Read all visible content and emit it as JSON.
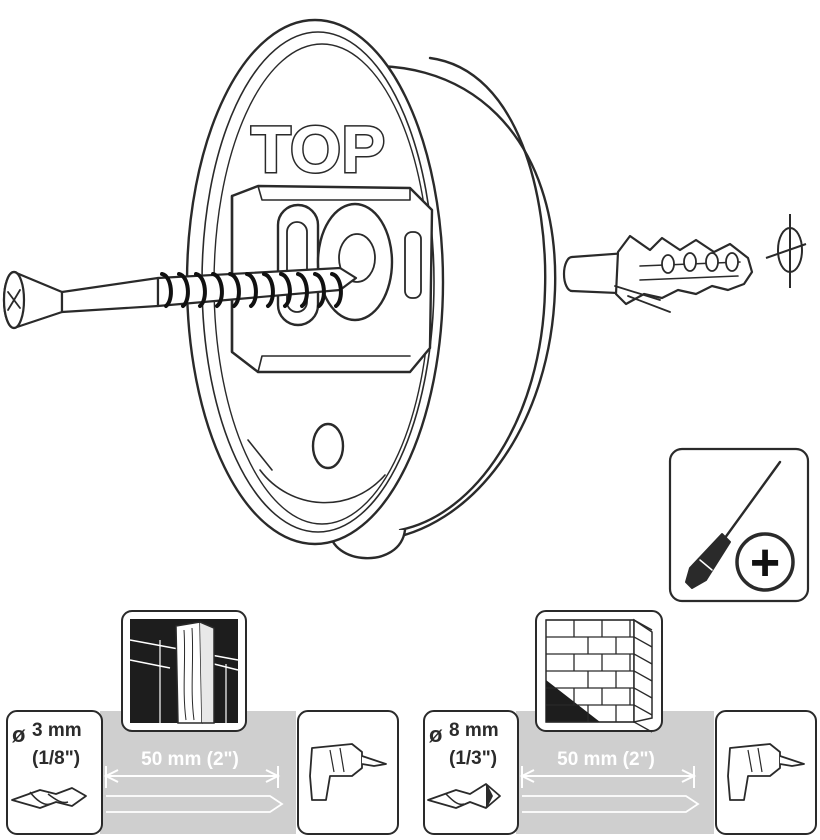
{
  "illustration": {
    "mount_label": "TOP"
  },
  "panels": [
    {
      "diameter_symbol": "ø",
      "drill_diameter": "3 mm",
      "drill_diameter_imperial": "(1/8\")",
      "depth": "50 mm (2\")",
      "wall_type": "drywall"
    },
    {
      "diameter_symbol": "ø",
      "drill_diameter": "8 mm",
      "drill_diameter_imperial": "(1/3\")",
      "depth": "50 mm (2\")",
      "wall_type": "brick"
    }
  ],
  "tool_badge": {
    "tool": "phillips-screwdriver",
    "symbol": "+"
  },
  "colors": {
    "line": "#2a2a2a",
    "panel_fill": "#cfcfcf",
    "label_gray": "#6e6e6e"
  }
}
